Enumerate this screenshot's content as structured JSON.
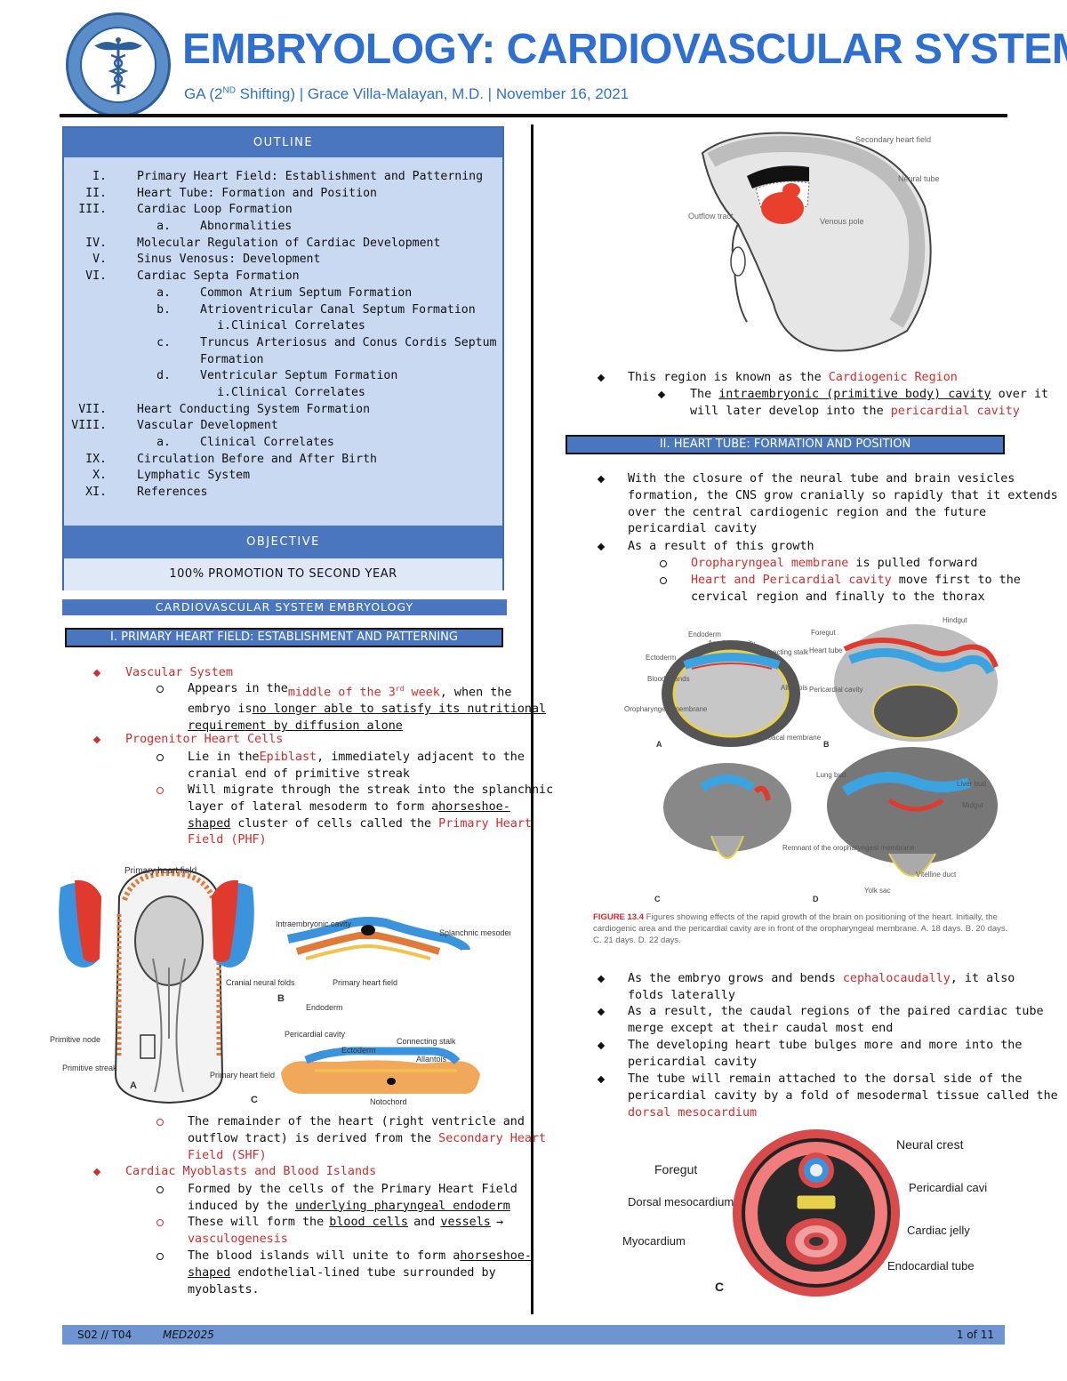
{
  "header": {
    "title": "EMBRYOLOGY: CARDIOVASCULAR SYSTEM",
    "subtitle_pre": "GA (2",
    "subtitle_sup": "ND",
    "subtitle_post": " Shifting) | Grace Villa-Malayan, M.D. | November 16, 2021"
  },
  "outline": {
    "heading": "OUTLINE",
    "items": [
      {
        "n": "I.",
        "t": "Primary Heart Field: Establishment and Patterning",
        "lvl": 0
      },
      {
        "n": "II.",
        "t": "Heart Tube:  Formation and Position",
        "lvl": 0
      },
      {
        "n": "III.",
        "t": "Cardiac Loop Formation",
        "lvl": 0
      },
      {
        "n": "a.",
        "t": "Abnormalities",
        "lvl": 1
      },
      {
        "n": "IV.",
        "t": "Molecular Regulation of Cardiac Development",
        "lvl": 0
      },
      {
        "n": "V.",
        "t": "Sinus Venosus: Development",
        "lvl": 0
      },
      {
        "n": "VI.",
        "t": "Cardiac Septa Formation",
        "lvl": 0
      },
      {
        "n": "a.",
        "t": "Common Atrium Septum Formation",
        "lvl": 1
      },
      {
        "n": "b.",
        "t": "Atrioventricular Canal Septum Formation",
        "lvl": 1
      },
      {
        "n": "i.",
        "t": "Clinical Correlates",
        "lvl": 2
      },
      {
        "n": "c.",
        "t": "Truncus Arteriosus and Conus Cordis Septum",
        "lvl": 1
      },
      {
        "n": "",
        "t": "Formation",
        "lvl": 1
      },
      {
        "n": "d.",
        "t": "Ventricular Septum Formation",
        "lvl": 1
      },
      {
        "n": "i.",
        "t": "Clinical Correlates",
        "lvl": 2
      },
      {
        "n": "VII.",
        "t": "Heart Conducting System Formation",
        "lvl": 0
      },
      {
        "n": "VIII.",
        "t": "Vascular Development",
        "lvl": 0
      },
      {
        "n": "a.",
        "t": "Clinical Correlates",
        "lvl": 1
      },
      {
        "n": "IX.",
        "t": "Circulation Before and After Birth",
        "lvl": 0
      },
      {
        "n": "X.",
        "t": "Lymphatic System",
        "lvl": 0
      },
      {
        "n": "XI.",
        "t": "References",
        "lvl": 0
      }
    ],
    "objective_heading": "OBJECTIVE",
    "objective_text": "100% PROMOTION TO SECOND YEAR"
  },
  "section_bar": "CARDIOVASCULAR SYSTEM EMBRYOLOGY",
  "section1": {
    "heading": "I. PRIMARY HEART FIELD: ESTABLISHMENT AND PATTERNING",
    "vascular_system": "Vascular System",
    "vs_a": "Appears in the",
    "vs_b": "middle of the 3",
    "vs_sup": "rd",
    "vs_c": " week",
    "vs_d": ", when the",
    "vs_e": "embryo is",
    "vs_f": "no longer able to satisfy its nutritional",
    "vs_g": "requirement by diffusion alone",
    "progenitor": "Progenitor Heart Cells",
    "pg1_a": "Lie in the",
    "pg1_b": "Epiblast",
    "pg1_c": ", immediately adjacent to the",
    "pg1_d": "cranial end of primitive streak",
    "pg2_a": "Will migrate through the streak into the splanchnic",
    "pg2_b": "layer of lateral mesoderm to form a",
    "pg2_c": "horseshoe-",
    "pg2_d": "shaped",
    "pg2_e": " cluster of cells called the",
    "pg2_f": "Primary Heart",
    "pg2_g": "Field (PHF)",
    "rem_a": "The remainder of the heart (right ventricle and",
    "rem_b": "outflow tract) is derived from the",
    "rem_c": "Secondary Heart",
    "rem_d": "Field (SHF)",
    "myoblasts": "Cardiac Myoblasts and Blood Islands",
    "my1_a": "Formed by the cells of the Primary Heart Field",
    "my1_b": "induced by the",
    "my1_c": "underlying pharyngeal endoderm",
    "my2_a": "These will form the",
    "my2_b": "blood cells",
    "my2_c": "and",
    "my2_d": "vessels",
    "my2_e": "→",
    "my2_f": "vasculogenesis",
    "my3_a": "The blood islands will unite to form a",
    "my3_b": "horseshoe-",
    "my3_c": "shaped",
    "my3_d": " endothelial-lined tube surrounded by",
    "my3_e": "myoblasts."
  },
  "figure1_labels": {
    "primary_heart_field": "Primary heart field",
    "cranial_neural_folds": "Cranial neural folds",
    "primitive_node": "Primitive node",
    "primitive_streak": "Primitive streak",
    "intraembryonic_cavity": "Intraembryonic cavity",
    "splanchnic": "Splanchnic mesoderm layer",
    "phf_b": "Primary heart field",
    "endoderm": "Endoderm",
    "pericardial_cavity": "Pericardial cavity",
    "connecting_stalk": "Connecting stalk",
    "ectoderm": "Ectoderm",
    "allantois": "Allantois",
    "phf_c": "Primary heart field",
    "notochord": "Notochord",
    "A": "A",
    "B": "B",
    "C": "C"
  },
  "right": {
    "fig_top_labels": {
      "secondary_heart_field": "Secondary heart field",
      "neural_tube": "Neural tube",
      "outflow_tract": "Outflow tract",
      "venous_pole": "Venous pole"
    },
    "cardiogenic_a": "This region is known as the",
    "cardiogenic_b": "Cardiogenic Region",
    "intra_a": "The",
    "intra_b": "intraembryonic (primitive body) cavity",
    "intra_c": "over it",
    "intra_d": "will later develop into the",
    "intra_e": "pericardial cavity",
    "section2_heading": "II. HEART TUBE: FORMATION AND POSITION",
    "ht1_a": "With the closure of the neural tube and brain vesicles",
    "ht1_b": "formation, the CNS grow cranially so rapidly that it extends",
    "ht1_c": "over the central cardiogenic region and the future",
    "ht1_d": "pericardial cavity",
    "ht2": "As a result of this growth",
    "ht3_a": "Oropharyngeal membrane",
    "ht3_b": " is pulled forward",
    "ht4_a": "Heart and Pericardial cavity",
    "ht4_b": " move first to the",
    "ht4_c": "cervical region and finally to the thorax",
    "fig13_labels": {
      "endoderm": "Endoderm",
      "amniotic_cavity": "Amniotic cavity",
      "ectoderm": "Ectoderm",
      "connecting_stalk": "Connecting stalk",
      "blood_islands": "Blood islands",
      "allantois": "Allantois",
      "oropharyngeal": "Oropharyngeal membrane",
      "cloacal": "Cloacal membrane",
      "foregut": "Foregut",
      "hindgut": "Hindgut",
      "heart_tube": "Heart tube",
      "pericardial": "Pericardial cavity",
      "lung_bud": "Lung bud",
      "liver_bud": "Liver bud",
      "midgut": "Midgut",
      "remnant": "Remnant of the oropharyngeal membrane",
      "vitelline": "Vitelline duct",
      "yolk_sac": "Yolk sac",
      "A": "A",
      "B": "B",
      "C": "C",
      "D": "D"
    },
    "caption_label": "FIGURE 13.4",
    "caption_text": " Figures showing effects of the rapid growth of the brain on positioning of the heart. Initially, the cardiogenic area and the pericardial cavity are in front of the oropharyngeal membrane. A. 18 days. B. 20 days. C. 21 days. D. 22 days.",
    "gr1_a": "As the embryo grows and bends",
    "gr1_b": "cephalocaudally",
    "gr1_c": ", it also",
    "gr1_d": "folds laterally",
    "gr2_a": "As a result, the caudal regions of the paired cardiac tube",
    "gr2_b": "merge except at their caudal most end",
    "gr3_a": "The developing heart tube bulges more and more into the",
    "gr3_b": "pericardial cavity",
    "gr4_a": "The tube will remain attached to the dorsal side of the",
    "gr4_b": "pericardial cavity by a fold of mesodermal tissue called the",
    "gr4_c": "dorsal mesocardium",
    "fig_bottom_labels": {
      "neural_crest": "Neural crest",
      "foregut": "Foregut",
      "pericardial": "Pericardial cavity",
      "dorsal": "Dorsal mesocardium",
      "cardiac_jelly": "Cardiac jelly",
      "myocardium": "Myocardium",
      "endocardial": "Endocardial tube",
      "C": "C"
    }
  },
  "footer": {
    "left": "S02 // T04",
    "mid": "MED2025",
    "right": "1 of 11"
  },
  "colors": {
    "accent": "#2f6fd0",
    "band": "#4a76c0",
    "outline_bg": "#c9d9f2",
    "red": "#d42b2b"
  }
}
